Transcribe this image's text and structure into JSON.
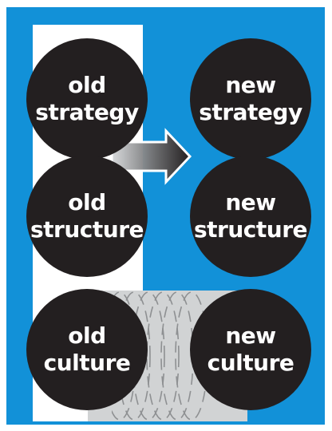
{
  "colors": {
    "panel": "#1291d8",
    "circle": "#231f20",
    "text": "#ffffff",
    "arrow_start": "#d2d4d6",
    "arrow_end": "#231f20",
    "cylinder": "#d1d3d4",
    "cylinder_lines": "#8e9092"
  },
  "nodes": {
    "old_strategy": {
      "line1": "old",
      "line2": "strategy"
    },
    "new_strategy": {
      "line1": "new",
      "line2": "strategy"
    },
    "old_structure": {
      "line1": "old",
      "line2": "structure"
    },
    "new_structure": {
      "line1": "new",
      "line2": "structure"
    },
    "old_culture": {
      "line1": "old",
      "line2": "culture"
    },
    "new_culture": {
      "line1": "new",
      "line2": "culture"
    }
  },
  "icons": {
    "strategy_arrow": "gradient-arrow-right-icon",
    "culture_cylinder": "dashed-cylinder-icon"
  }
}
